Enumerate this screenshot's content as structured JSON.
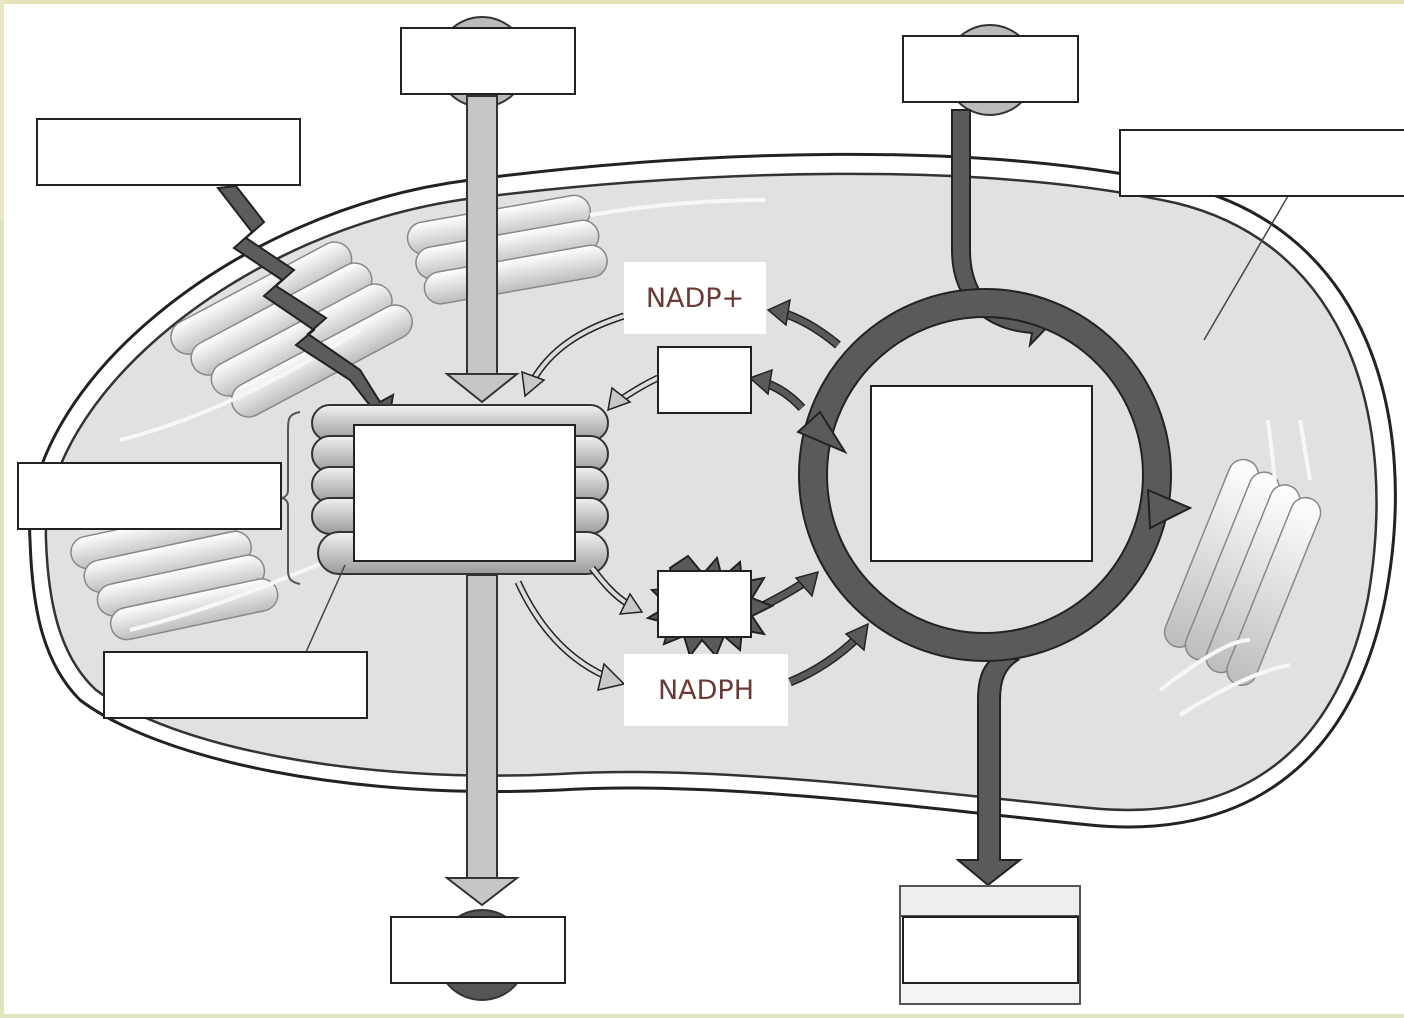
{
  "labels": {
    "nadp_plus": "NADP+",
    "nadph": "NADPH"
  },
  "blank_boxes": [
    "light-label-box",
    "water-label-box",
    "co2-label-box",
    "stroma-label-box",
    "granum-label-box",
    "thylakoid-label-box",
    "light-reactions-box",
    "calvin-cycle-box",
    "adp-label-box",
    "atp-label-box",
    "oxygen-label-box",
    "sugar-label-box"
  ],
  "colors": {
    "page_border": "#e7e4b8",
    "page_border_left": "#dfe3be",
    "stroma_fill": "#e1e1e1",
    "membrane": "#333333",
    "arrow_light": "#c8c8c8",
    "arrow_dark": "#555555",
    "text": "#6b3a36"
  }
}
